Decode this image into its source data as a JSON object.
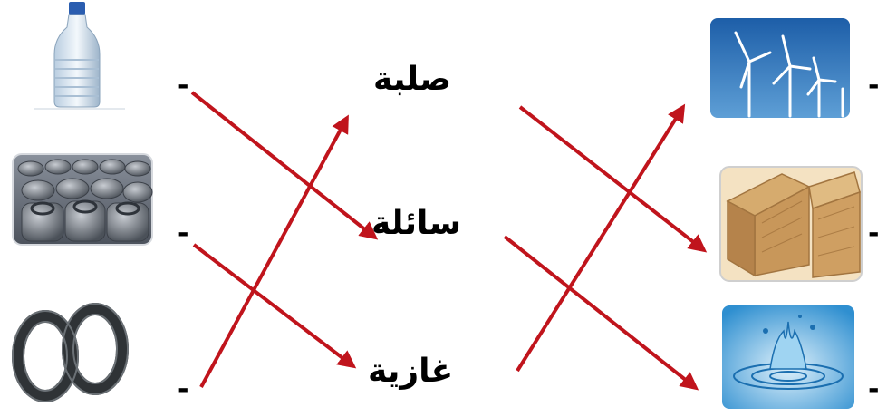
{
  "states": [
    {
      "id": "solid",
      "label": "صلبة"
    },
    {
      "id": "liquid",
      "label": "سائلة"
    },
    {
      "id": "gas",
      "label": "غازية"
    }
  ],
  "left_items": [
    {
      "name": "water-bottle",
      "dash": "-"
    },
    {
      "name": "gas-cylinders",
      "dash": "-"
    },
    {
      "name": "wire-coils",
      "dash": "-"
    }
  ],
  "right_items": [
    {
      "name": "wind-turbines",
      "dash": "-"
    },
    {
      "name": "wood-planks",
      "dash": "-"
    },
    {
      "name": "water-splash",
      "dash": "-"
    }
  ],
  "arrow_color": "#c0141c"
}
